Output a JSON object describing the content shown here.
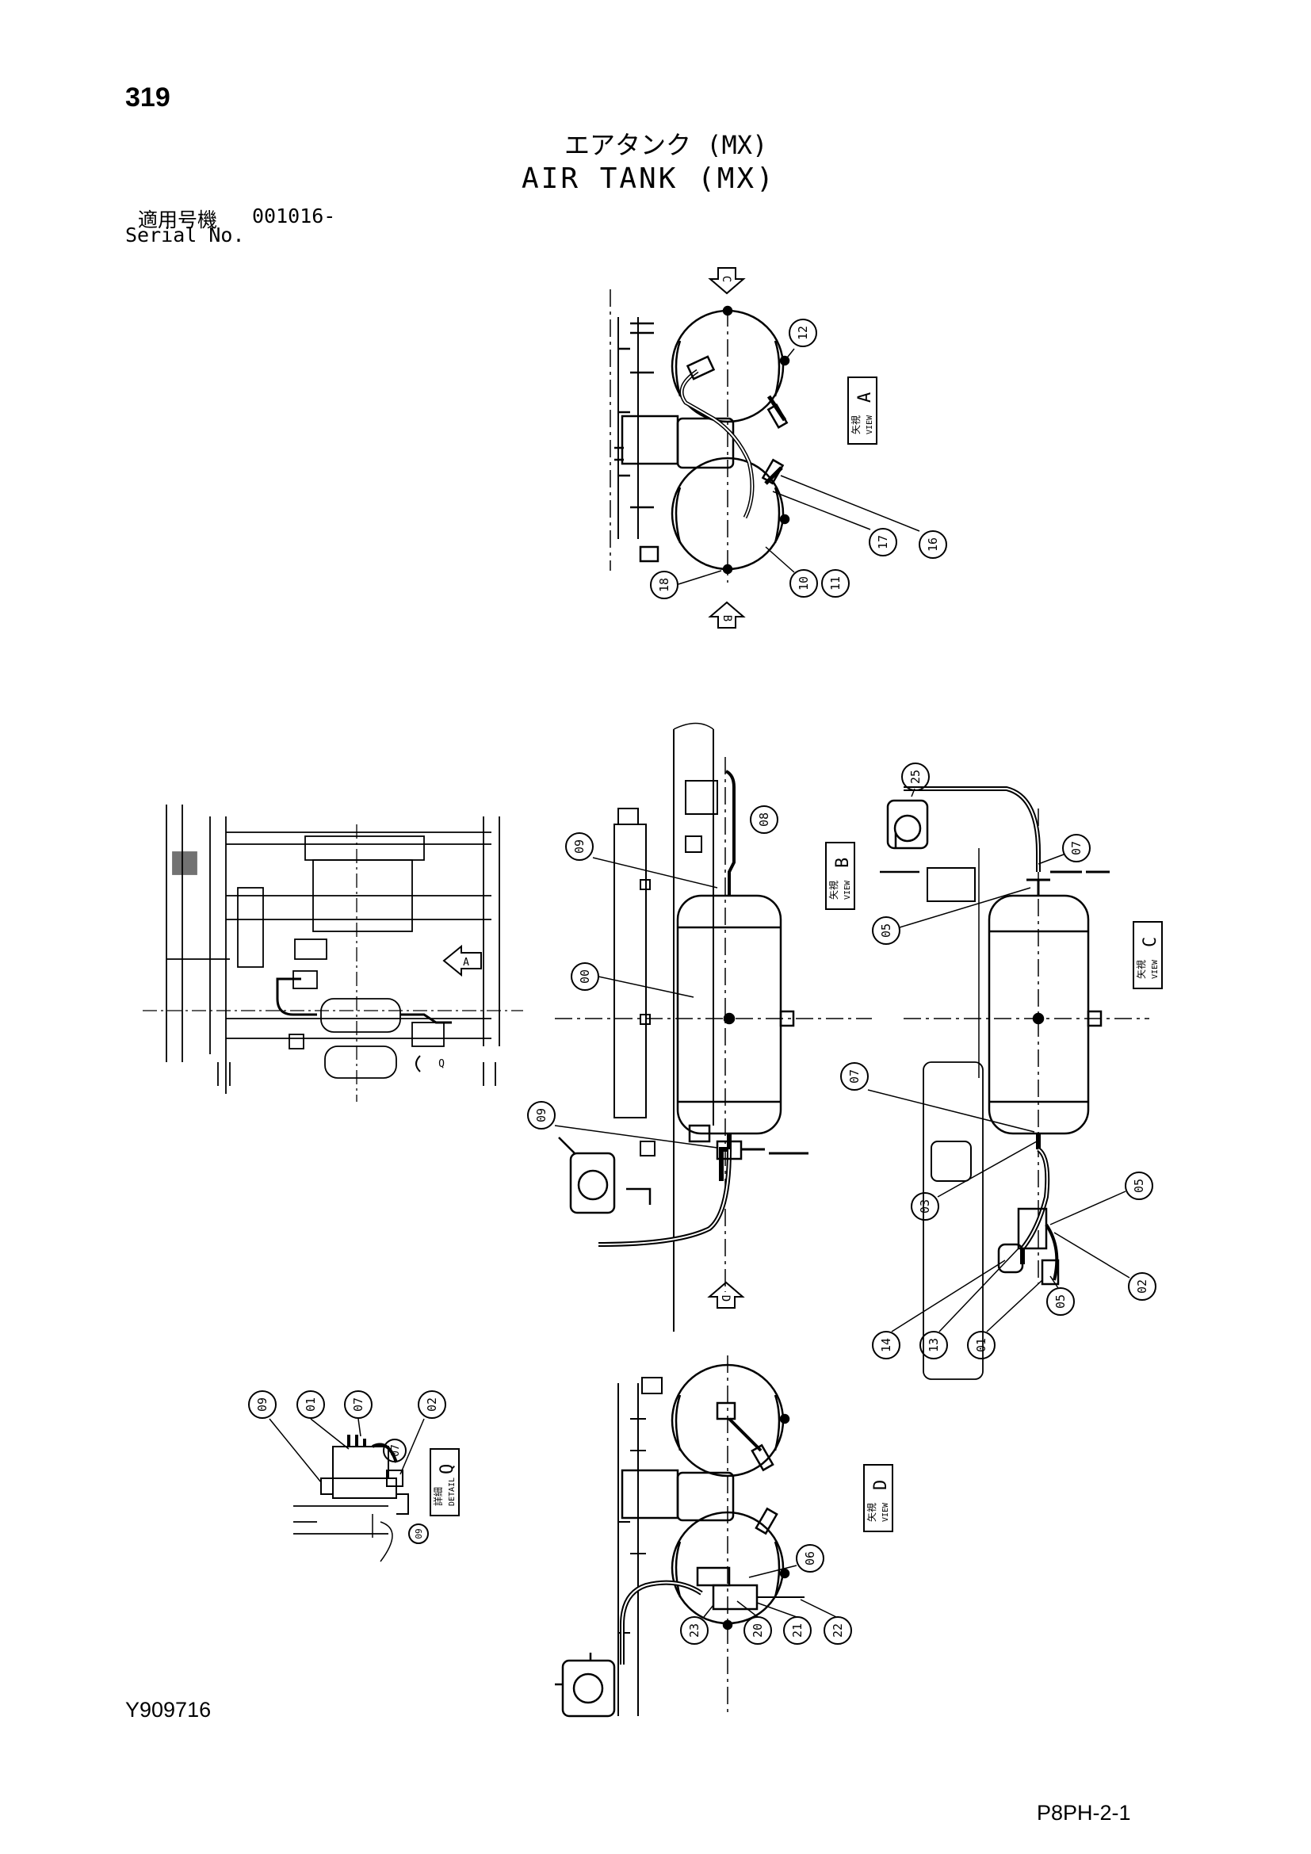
{
  "header": {
    "page_number": "319",
    "title_jp": "エアタンク (MX)",
    "title_en": "AIR TANK (MX)",
    "serial_label_jp": "適用号機",
    "serial_value": "001016-",
    "serial_label_en": "Serial No."
  },
  "footer": {
    "document_code": "Y909716",
    "page_code": "P8PH-2-1"
  },
  "views": {
    "a": {
      "label_jp": "矢視",
      "label_en": "VIEW",
      "letter": "A"
    },
    "b": {
      "label_jp": "矢視",
      "label_en": "VIEW",
      "letter": "B"
    },
    "c": {
      "label_jp": "矢視",
      "label_en": "VIEW",
      "letter": "C"
    },
    "d": {
      "label_jp": "矢視",
      "label_en": "VIEW",
      "letter": "D"
    },
    "detail": {
      "label_jp": "詳細",
      "label_en": "DETAIL",
      "letter": "Q"
    }
  },
  "arrows": {
    "c": "C",
    "b": "B",
    "d": "D",
    "a": "A",
    "q": "Q"
  },
  "callouts": {
    "a": [
      "12",
      "16",
      "17",
      "10",
      "11",
      "18"
    ],
    "b": [
      "09",
      "08",
      "00",
      "09"
    ],
    "c": [
      "25",
      "07",
      "05",
      "07",
      "03",
      "05",
      "02",
      "05",
      "01",
      "13",
      "14"
    ],
    "detail": [
      "09",
      "01",
      "07",
      "02",
      "07",
      "09"
    ],
    "d": [
      "06",
      "23",
      "20",
      "21",
      "22"
    ]
  }
}
